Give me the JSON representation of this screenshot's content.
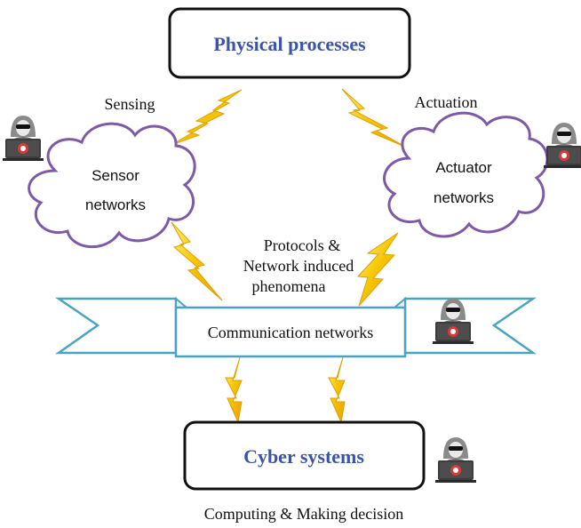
{
  "physical_box": {
    "title": "Physical processes"
  },
  "cyber_box": {
    "title": "Cyber systems"
  },
  "sensing_label": "Sensing",
  "actuation_label": "Actuation",
  "sensor_cloud": {
    "line1": "Sensor",
    "line2": "networks"
  },
  "actuator_cloud": {
    "line1": "Actuator",
    "line2": "networks"
  },
  "protocols_label": {
    "line1": "Protocols &",
    "line2": "Network induced",
    "line3": "phenomena"
  },
  "comm_banner": {
    "label": "Communication networks"
  },
  "computing_label": "Computing & Making decision",
  "colors": {
    "title_blue": "#3a55a8",
    "cloud_purple": "#7d5aa8",
    "banner_teal": "#4aa3bf",
    "bolt_yellow": "#f5c400",
    "bolt_orange": "#e8a000"
  },
  "icons": [
    "hacker-laptop-icon"
  ]
}
